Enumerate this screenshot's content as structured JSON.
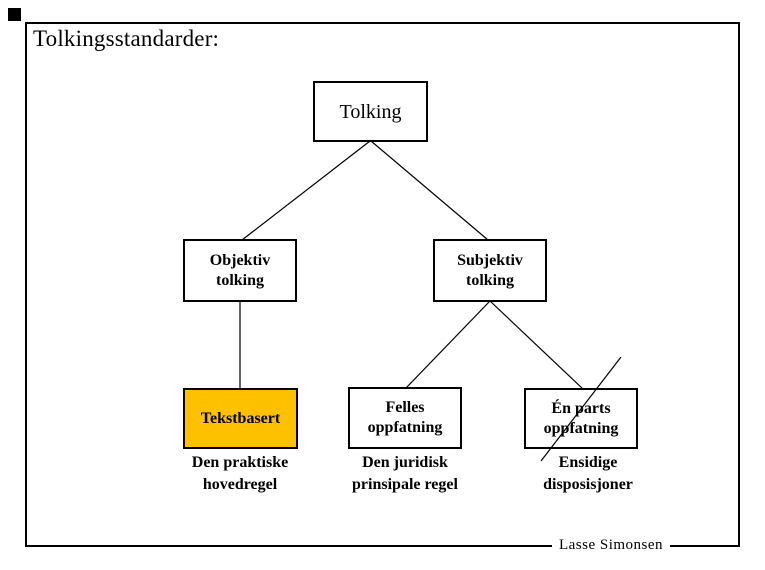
{
  "slide": {
    "title": "Tolkingsstandarder:",
    "author": "Lasse Simonsen"
  },
  "diagram": {
    "nodes": {
      "tolking": {
        "label": "Tolking"
      },
      "objektiv": {
        "label": "Objektiv\ntolking"
      },
      "subjektiv": {
        "label": "Subjektiv\ntolking"
      },
      "tekstbasert": {
        "label": "Tekstbasert",
        "caption": "Den praktiske\nhovedregel",
        "fill": "#FFC000",
        "highlighted": true
      },
      "felles": {
        "label": "Felles\noppfatning",
        "caption": "Den juridisk\nprinsipale regel"
      },
      "enparts": {
        "label": "Én parts\noppfatning",
        "caption": "Ensidige\ndisposisjoner",
        "struck_through": true
      }
    },
    "edges": [
      {
        "from": "tolking",
        "to": "objektiv"
      },
      {
        "from": "tolking",
        "to": "subjektiv"
      },
      {
        "from": "objektiv",
        "to": "tekstbasert"
      },
      {
        "from": "subjektiv",
        "to": "felles"
      },
      {
        "from": "subjektiv",
        "to": "enparts"
      }
    ]
  },
  "colors": {
    "highlight_fill": "#FFC000",
    "line": "#000000",
    "background": "#FFFFFF"
  }
}
